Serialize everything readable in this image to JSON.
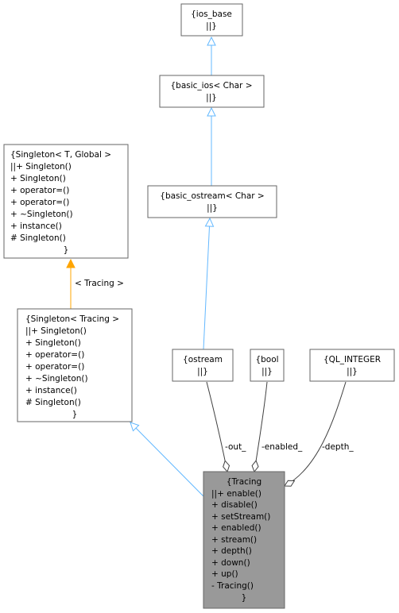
{
  "nodes": {
    "ios_base": [
      "{ios_base",
      "||}"
    ],
    "basic_ios": [
      "{basic_ios< Char >",
      "||}"
    ],
    "basic_ostream": [
      "{basic_ostream< Char >",
      "||}"
    ],
    "singleton_t": [
      "{Singleton< T, Global >",
      "||+ Singleton()",
      "+ Singleton()",
      "+ operator=()",
      "+ operator=()",
      "+ ~Singleton()",
      "+ instance()",
      "# Singleton()",
      "}"
    ],
    "singleton_tracing": [
      "{Singleton< Tracing >",
      "||+ Singleton()",
      "+ Singleton()",
      "+ operator=()",
      "+ operator=()",
      "+ ~Singleton()",
      "+ instance()",
      "# Singleton()",
      "}"
    ],
    "ostream": [
      "{ostream",
      "||}"
    ],
    "bool": [
      "{bool",
      "||}"
    ],
    "ql_integer": [
      "{QL_INTEGER",
      "||}"
    ],
    "tracing": [
      "{Tracing",
      "||+ enable()",
      "+ disable()",
      "+ setStream()",
      "+ enabled()",
      "+ stream()",
      "+ depth()",
      "+ down()",
      "+ up()",
      "- Tracing()",
      "}"
    ]
  },
  "edge_labels": {
    "template_binding": "< Tracing >",
    "out": "-out_",
    "enabled": "-enabled_",
    "depth": "-depth_"
  },
  "colors": {
    "inheritance": "#63b8ff",
    "template": "#ffa500",
    "usage": "#404040",
    "focus_fill": "#999999"
  }
}
